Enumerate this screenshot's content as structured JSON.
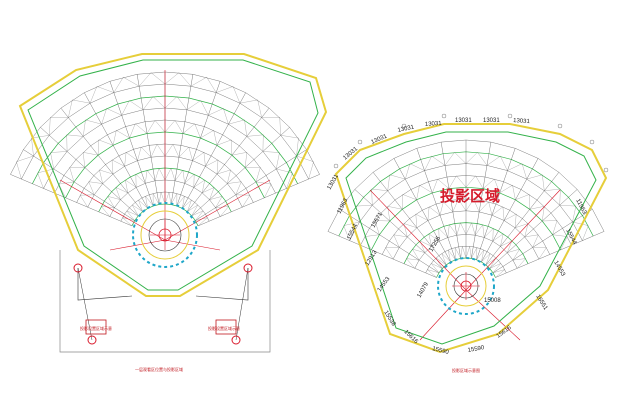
{
  "left_drawing": {
    "caption": "一层观看区位置与投影区域",
    "box_label_left": "投影设置区域示意",
    "box_label_right": "投影设置区域示意",
    "colors": {
      "outline": "#e6ce3a",
      "ring": "#33b24a",
      "structure": "#333333",
      "axis": "#d9182a",
      "marker": "#1fa7c9"
    }
  },
  "right_drawing": {
    "title": "投影区域",
    "caption": "投影区域示意图",
    "top_dims": [
      "13031",
      "13031",
      "13031",
      "13031",
      "13031",
      "13031",
      "13031"
    ],
    "left_side_dims": [
      "13031",
      "11963",
      "15544",
      "12913",
      "14553"
    ],
    "right_side_dims": [
      "11963",
      "15544",
      "14553",
      "16551"
    ],
    "bottom_dims": [
      "15538",
      "15616",
      "15590",
      "15590",
      "15616"
    ],
    "inner_dims": [
      "15571",
      "14079",
      "17256",
      "15008"
    ]
  }
}
